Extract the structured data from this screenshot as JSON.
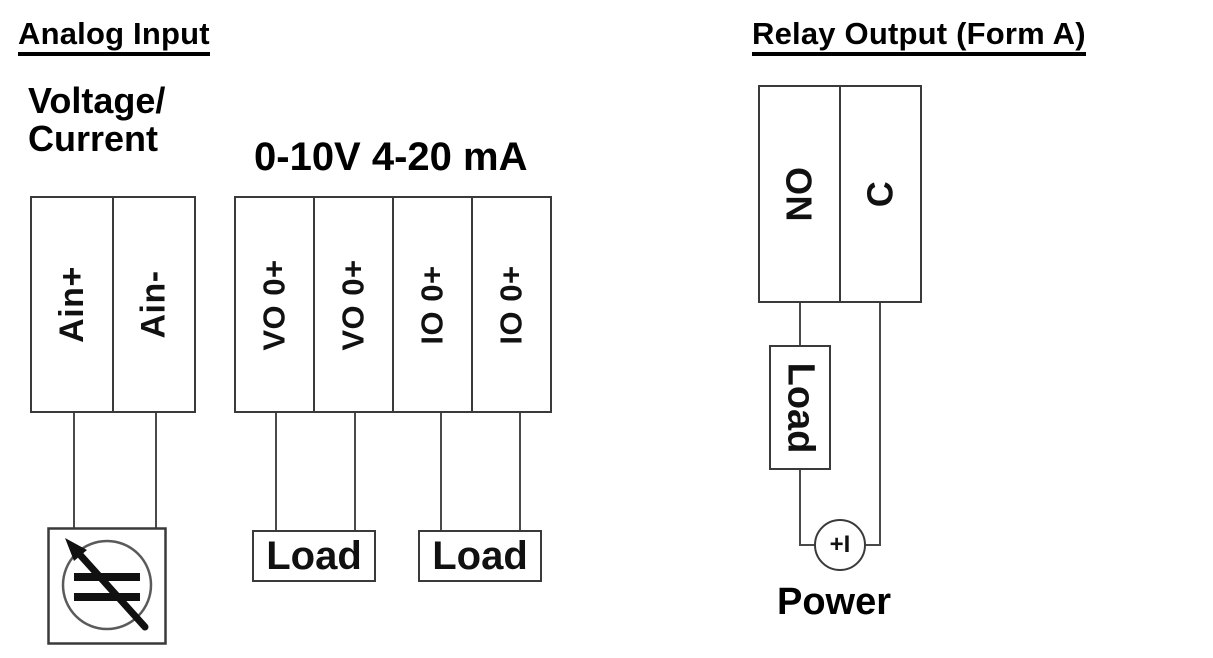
{
  "diagram": {
    "sections": {
      "analog": {
        "title": "Analog Input",
        "subtitle": "Voltage/\nCurrent",
        "range_label": "0-10V 4-20 mA",
        "terminal_groups": [
          {
            "name": "analog-input-terminals",
            "terminals": [
              {
                "label": "Ain+"
              },
              {
                "label": "Ain-"
              }
            ]
          },
          {
            "name": "voltage-current-output-terminals",
            "terminals": [
              {
                "label": "VO 0+"
              },
              {
                "label": "VO 0+"
              },
              {
                "label": "IO 0+"
              },
              {
                "label": "IO 0+"
              }
            ]
          }
        ],
        "loads": [
          {
            "label": "Load"
          },
          {
            "label": "Load"
          }
        ],
        "sensor": {
          "type": "variable-transducer",
          "description": "square enclosure with circle, two horizontal bars and diagonal arrow"
        }
      },
      "relay": {
        "title": "Relay Output (Form A)",
        "terminals": [
          {
            "label": "NO"
          },
          {
            "label": "C"
          }
        ],
        "load": {
          "label": "Load"
        },
        "power": {
          "source_label": "+I",
          "caption": "Power"
        }
      }
    },
    "colors": {
      "background": "#ffffff",
      "ink": "#000000",
      "line": "#3a3a3a",
      "wire": "#4a4a4a"
    }
  }
}
